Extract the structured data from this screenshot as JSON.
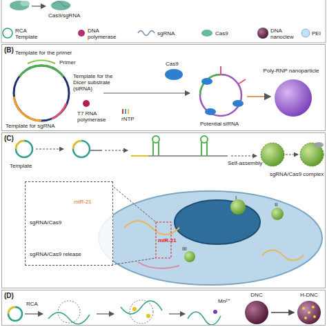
{
  "diagram": {
    "nodes": [
      {
        "text": [
          "(B)"
        ]
      },
      {
        "text": [
          "(C)"
        ]
      },
      {
        "text": [
          "miR-21",
          "sgRNA/Cas9",
          "sgRNA/Cas9 release"
        ],
        "in": 1
      },
      {
        "text": [
          "(D)"
        ]
      },
      {
        "text": [
          "DNC"
        ],
        "in": 3
      },
      {
        "text": [
          "H-DNC"
        ],
        "in": 3
      }
    ],
    "edges": [
      {
        "from": 4,
        "to": 5,
        "arrow": "to"
      }
    ],
    "labels": [
      "Cas9/sgRNA",
      "Template for the primer",
      "Primer",
      "Template for the Dicer substrate (siRNA)",
      "Template for sgRNA",
      "Cas9",
      "T7 RNA polymerase",
      "rNTP",
      "Potential siRNA",
      "Poly-RNP nanoparticle",
      "Template",
      "Self-assembly",
      "sgRNA/Cas9 complex",
      "miR-21",
      "I",
      "II",
      "III",
      "RCA",
      "Mn²⁺"
    ],
    "legend": [
      {
        "text": "RCA Template"
      },
      {
        "text": "DNA polymerase"
      },
      {
        "text": "sgRNA"
      },
      {
        "text": "Cas9"
      },
      {
        "text": "DNA nanoclew"
      },
      {
        "text": "PEI"
      }
    ]
  }
}
